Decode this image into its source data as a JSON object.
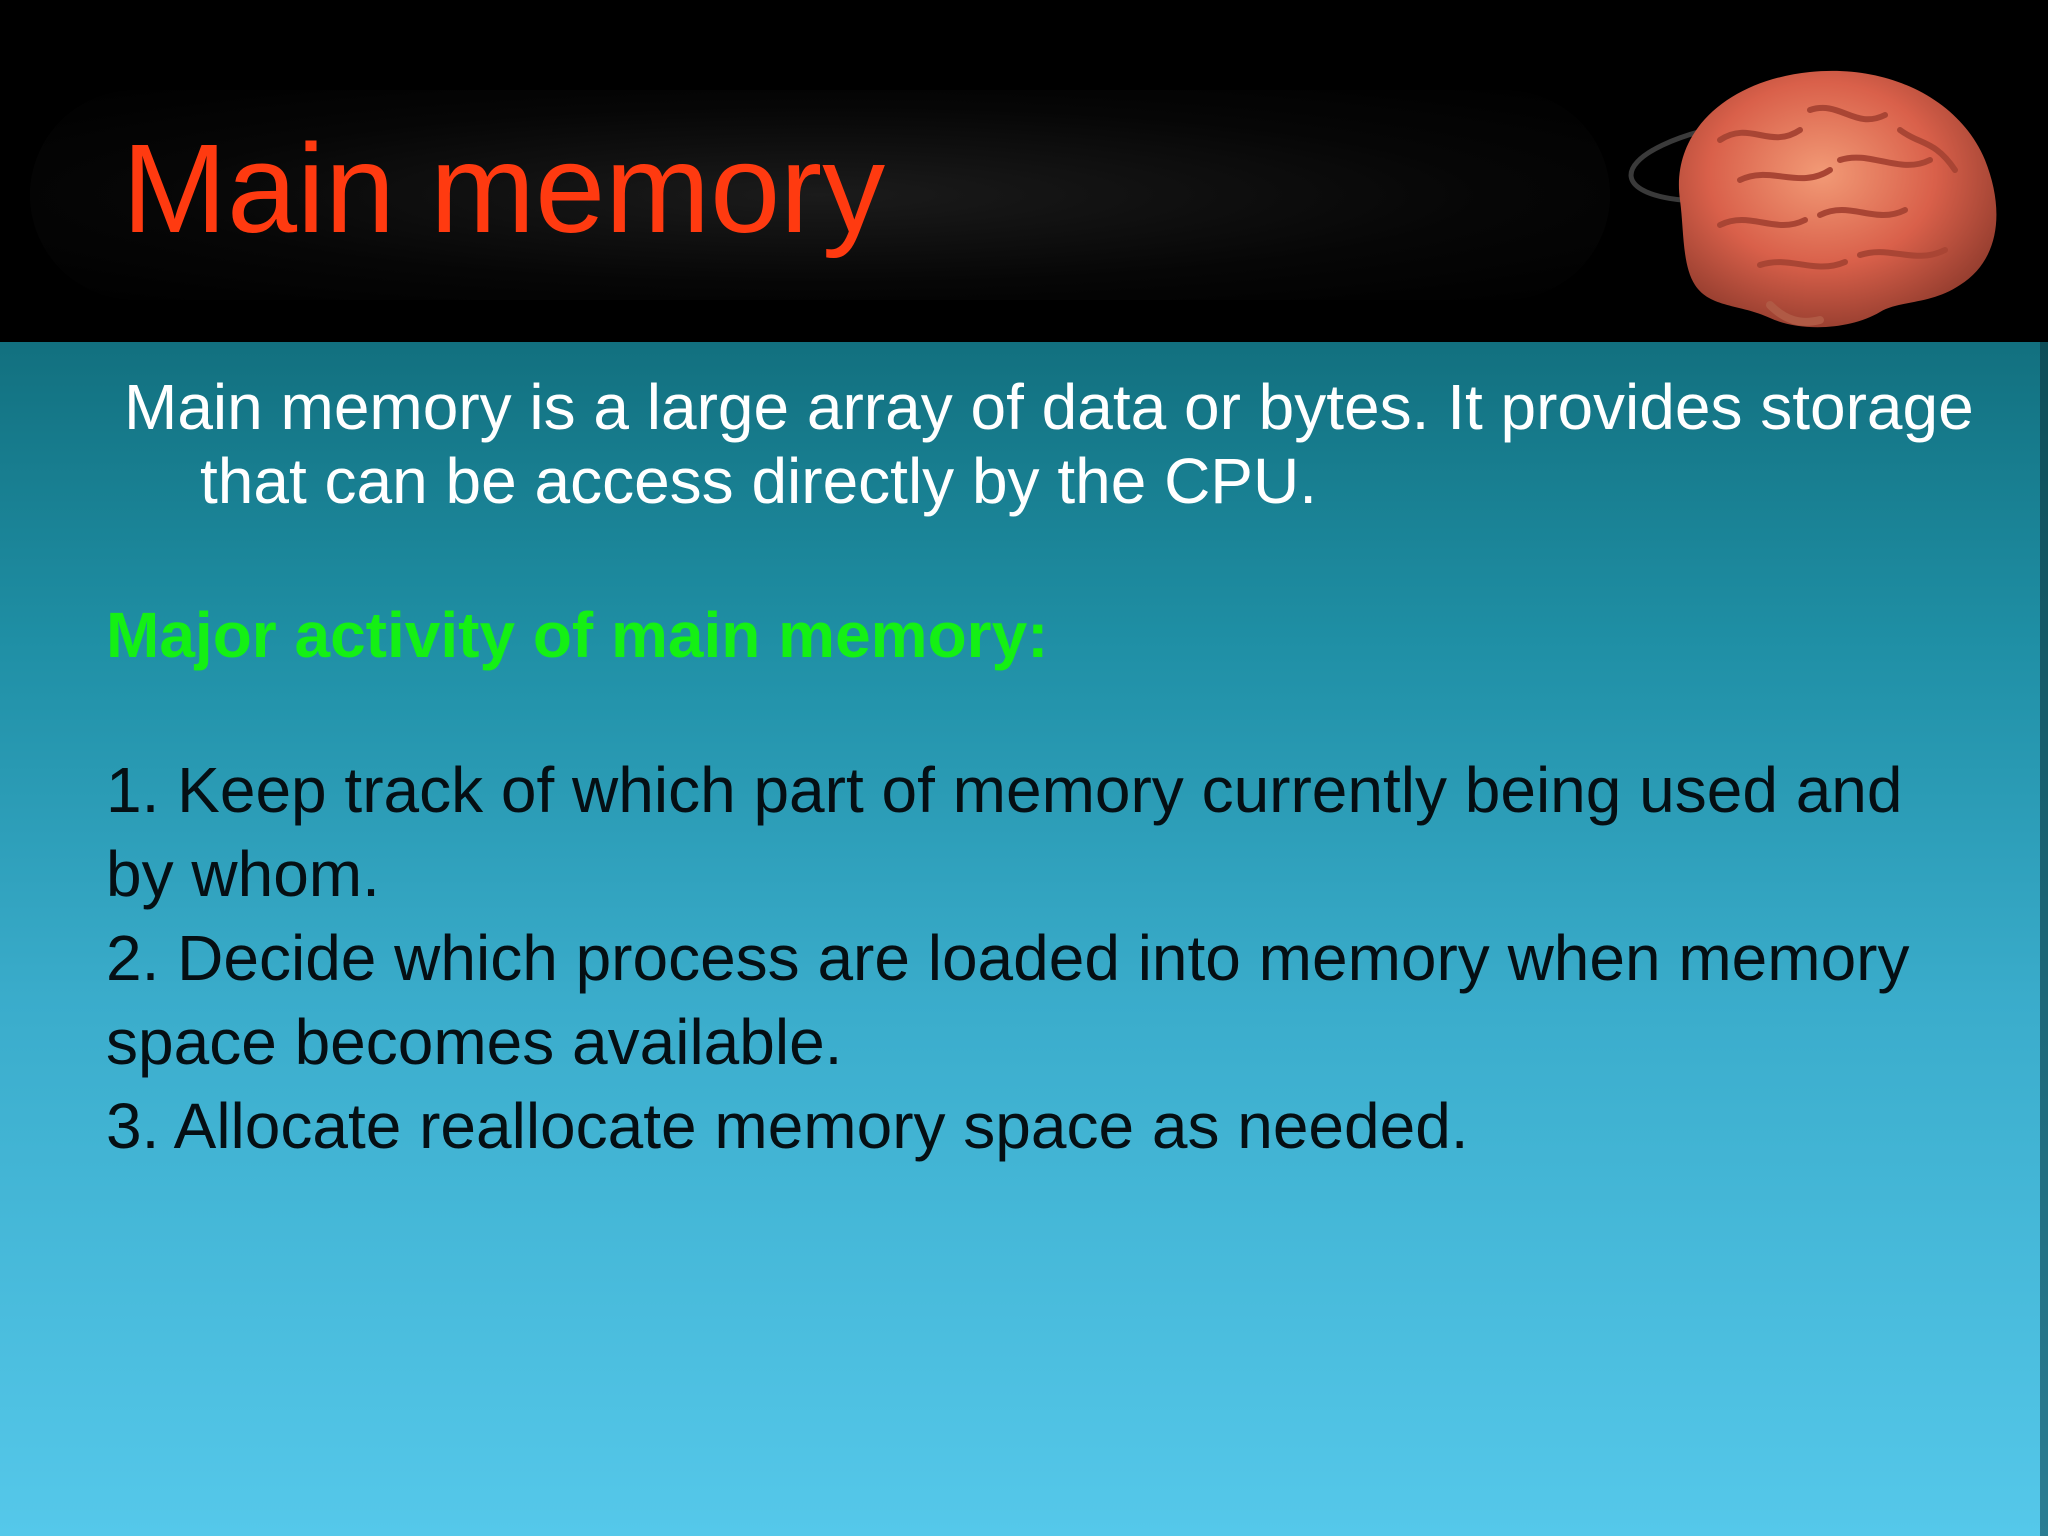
{
  "slide": {
    "title": "Main memory",
    "intro": "Main memory is a large array of data or bytes. It provides storage that can be access directly by the CPU.",
    "subheading": "Major activity of main memory:",
    "activities": [
      "1. Keep track of which part of memory currently being used and by whom.",
      "2. Decide which process are loaded into memory when memory space becomes available.",
      "3. Allocate reallocate memory space as needed."
    ],
    "image": "brain-illustration"
  },
  "colors": {
    "title": "#ff3a10",
    "subheading": "#14f014",
    "intro_text": "#ffffff",
    "list_text": "#050f14",
    "header_bg": "#000000",
    "body_gradient_top": "#12707f",
    "body_gradient_bottom": "#55c8ea"
  }
}
